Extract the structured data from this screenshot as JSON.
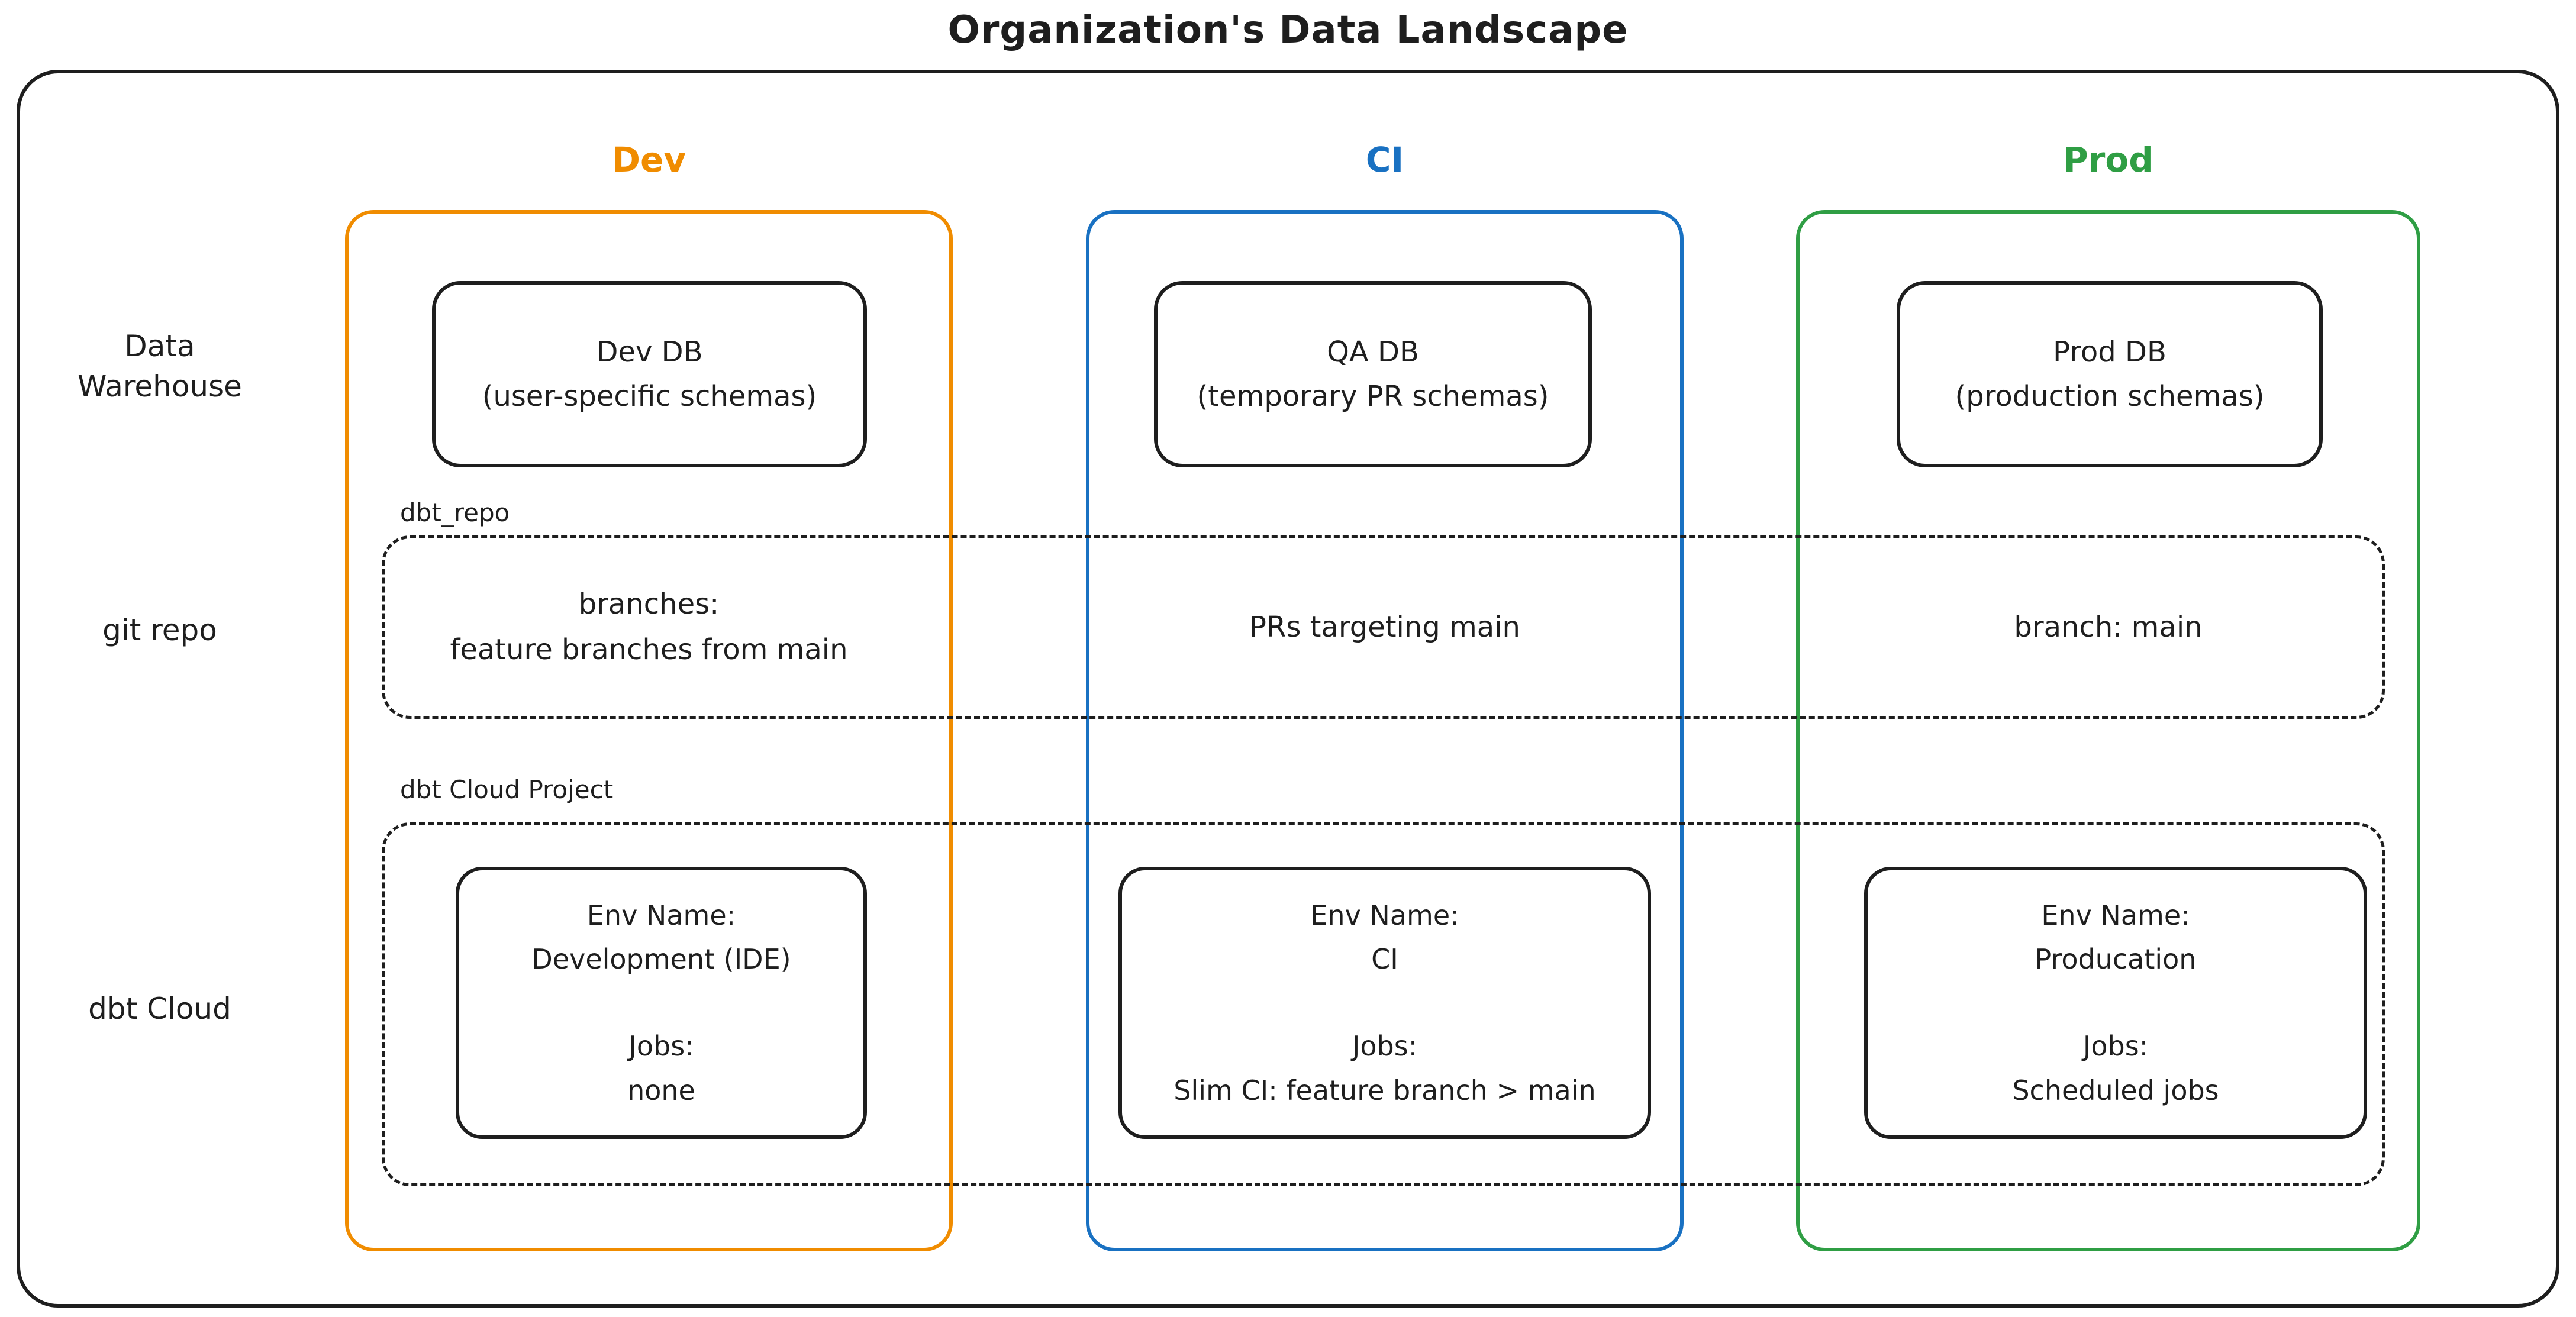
{
  "title": "Organization's Data Landscape",
  "colors": {
    "ink": "#1e1e1e",
    "dev": "#f08c00",
    "ci": "#1971c2",
    "prod": "#2f9e44"
  },
  "columns": [
    {
      "id": "dev",
      "label": "Dev",
      "color": "#f08c00"
    },
    {
      "id": "ci",
      "label": "CI",
      "color": "#1971c2"
    },
    {
      "id": "prod",
      "label": "Prod",
      "color": "#2f9e44"
    }
  ],
  "rows": [
    {
      "label": "Data Warehouse"
    },
    {
      "label": "git repo"
    },
    {
      "label": "dbt Cloud"
    }
  ],
  "warehouse": {
    "dev": {
      "line1": "Dev DB",
      "line2": "(user-specific schemas)"
    },
    "ci": {
      "line1": "QA DB",
      "line2": "(temporary PR schemas)"
    },
    "prod": {
      "line1": "Prod DB",
      "line2": "(production schemas)"
    }
  },
  "git_repo": {
    "container_label": "dbt_repo",
    "dev": {
      "line1": "branches:",
      "line2": "feature branches from main"
    },
    "ci": {
      "line1": "PRs targeting main"
    },
    "prod": {
      "line1": "branch: main"
    }
  },
  "dbt_cloud": {
    "container_label": "dbt Cloud Project",
    "dev": {
      "env_label": "Env Name:",
      "env": "Development (IDE)",
      "jobs_label": "Jobs:",
      "jobs": "none"
    },
    "ci": {
      "env_label": "Env Name:",
      "env": "CI",
      "jobs_label": "Jobs:",
      "jobs": "Slim CI: feature branch > main"
    },
    "prod": {
      "env_label": "Env Name:",
      "env": "Producation",
      "jobs_label": "Jobs:",
      "jobs": "Scheduled jobs"
    }
  }
}
